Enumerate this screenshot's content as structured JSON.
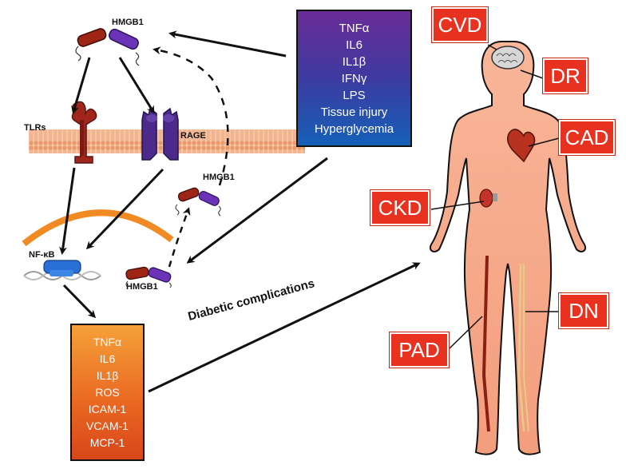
{
  "stimuli": [
    "TNFα",
    "IL6",
    "IL1β",
    "IFNγ",
    "LPS",
    "Tissue injury",
    "Hyperglycemia"
  ],
  "outputs": [
    "TNFα",
    "IL6",
    "IL1β",
    "ROS",
    "ICAM-1",
    "VCAM-1",
    "MCP-1"
  ],
  "labels": {
    "hmgb1_top": "HMGB1",
    "hmgb1_mid": "HMGB1",
    "hmgb1_low": "HMGB1",
    "tlrs": "TLRs",
    "rage": "RAGE",
    "nfkb": "NF-κB",
    "diabetic": "Diabetic complications"
  },
  "complications": {
    "cvd": "CVD",
    "dr": "DR",
    "cad": "CAD",
    "ckd": "CKD",
    "dn": "DN",
    "pad": "PAD"
  },
  "colors": {
    "complication_box": "#e8311f",
    "stimulus_top": "#6a2c97",
    "stimulus_bottom": "#1560b8",
    "output_top": "#f5a13a",
    "output_bottom": "#d9461a",
    "body_skin": "#f7a684",
    "tlr": "#a0261c",
    "rage": "#4b2a8c",
    "membrane": "#f2b38c",
    "nucleus_arc": "#f08a22"
  }
}
